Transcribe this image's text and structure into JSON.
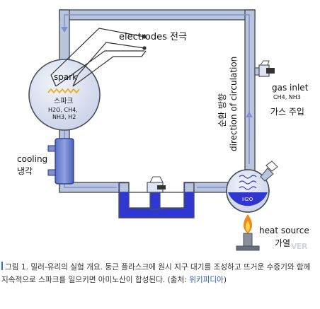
{
  "diagram": {
    "electrodes_label": "electrodes 전극",
    "spark_label": "spark",
    "spark_label_ko": "스파크",
    "flask_contents_line1": "H2O, CH4,",
    "flask_contents_line2": "NH3, H2",
    "cooling_label": "cooling",
    "cooling_label_ko": "냉각",
    "gas_inlet_label": "gas inlet",
    "gas_inlet_formula": "CH4, NH3",
    "gas_inlet_label_ko": "가스 주입",
    "circulation_label": "direction of circulation",
    "circulation_label_ko": "순환 방향",
    "water_label": "H2O",
    "heat_source_label": "heat source",
    "heat_source_label_ko": "가열",
    "watermark": "VER"
  },
  "caption": {
    "text": "그림 1. 밀러-유리의 실험 개요. 둥근 플라스크에 원시 지구 대기를 조성하고 뜨거운 수증기와 함께 지속적으로 스파크를 일으키면 아미노산이 합성된다. (출처: ",
    "source_link": "위키피디아",
    "text_end": ")"
  },
  "colors": {
    "tube": "#b9c4dd",
    "tube_outline": "#4a4f5c",
    "flow_arrow": "#7f8fcf",
    "liquid": "#2f37d0",
    "flame_outer": "#f08a1c",
    "flame_inner": "#ffd54a",
    "spark": "#f0a800",
    "link": "#1f5cbf"
  }
}
